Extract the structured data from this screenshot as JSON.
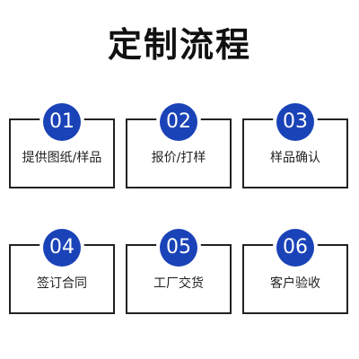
{
  "title": "定制流程",
  "steps": [
    {
      "number": "01",
      "label": "提供图纸/样品"
    },
    {
      "number": "02",
      "label": "报价/打样"
    },
    {
      "number": "03",
      "label": "样品确认"
    },
    {
      "number": "04",
      "label": "签订合同"
    },
    {
      "number": "05",
      "label": "工厂交货"
    },
    {
      "number": "06",
      "label": "客户验收"
    }
  ],
  "colors": {
    "badge": "#1a43b8",
    "border": "#222222",
    "text": "#222222"
  }
}
